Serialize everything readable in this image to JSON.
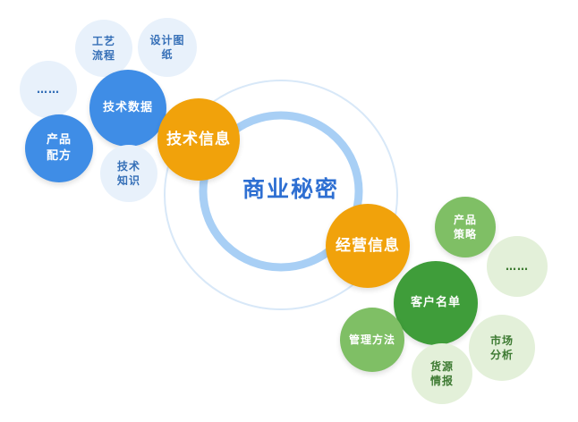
{
  "center": {
    "label": "商业秘密"
  },
  "technical": {
    "hub": "技术信息",
    "core": "技术数据",
    "items": {
      "process": "工艺\n流程",
      "design": "设计图\n纸",
      "more": "……",
      "formula": "产品\n配方",
      "knowledge": "技术\n知识"
    }
  },
  "business": {
    "hub": "经营信息",
    "core": "客户名单",
    "items": {
      "strategy": "产品\n策略",
      "more": "……",
      "management": "管理方法",
      "market": "市场\n分析",
      "supply": "货源\n情报"
    }
  },
  "colors": {
    "hub": "#f1a20b",
    "blue": "#3f8de6",
    "green": "#3f9d3a",
    "ring_outer": "#d8e8f8",
    "ring_inner": "#9ec8f3",
    "title": "#2e6fd2"
  }
}
